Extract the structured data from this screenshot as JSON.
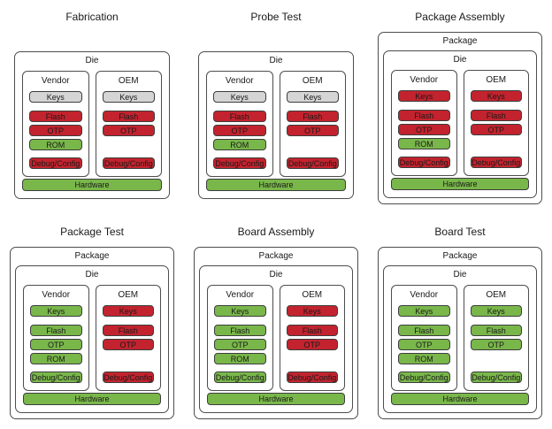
{
  "colors": {
    "red": "#C3232E",
    "green": "#79B74A",
    "gray": "#D5D5D5"
  },
  "diagrams": [
    {
      "title": "Fabrication",
      "package": null,
      "die": "Die",
      "columns": [
        {
          "label": "Vendor",
          "chips": [
            {
              "label": "Keys",
              "state": "gray",
              "group": "keys"
            },
            {
              "label": "Flash",
              "state": "red",
              "group": "memory"
            },
            {
              "label": "OTP",
              "state": "red",
              "group": "memory"
            },
            {
              "label": "ROM",
              "state": "green",
              "group": "memory"
            },
            {
              "label": "Debug/Config",
              "state": "red",
              "group": "debug"
            }
          ]
        },
        {
          "label": "OEM",
          "chips": [
            {
              "label": "Keys",
              "state": "gray",
              "group": "keys"
            },
            {
              "label": "Flash",
              "state": "red",
              "group": "memory"
            },
            {
              "label": "OTP",
              "state": "red",
              "group": "memory"
            },
            {
              "label": "Debug/Config",
              "state": "red",
              "group": "debug"
            }
          ]
        }
      ],
      "hardware": {
        "label": "Hardware",
        "state": "green"
      }
    },
    {
      "title": "Probe Test",
      "package": null,
      "die": "Die",
      "columns": [
        {
          "label": "Vendor",
          "chips": [
            {
              "label": "Keys",
              "state": "gray",
              "group": "keys"
            },
            {
              "label": "Flash",
              "state": "red",
              "group": "memory"
            },
            {
              "label": "OTP",
              "state": "red",
              "group": "memory"
            },
            {
              "label": "ROM",
              "state": "green",
              "group": "memory"
            },
            {
              "label": "Debug/Config",
              "state": "red",
              "group": "debug"
            }
          ]
        },
        {
          "label": "OEM",
          "chips": [
            {
              "label": "Keys",
              "state": "gray",
              "group": "keys"
            },
            {
              "label": "Flash",
              "state": "red",
              "group": "memory"
            },
            {
              "label": "OTP",
              "state": "red",
              "group": "memory"
            },
            {
              "label": "Debug/Config",
              "state": "red",
              "group": "debug"
            }
          ]
        }
      ],
      "hardware": {
        "label": "Hardware",
        "state": "green"
      }
    },
    {
      "title": "Package Assembly",
      "package": "Package",
      "die": "Die",
      "columns": [
        {
          "label": "Vendor",
          "chips": [
            {
              "label": "Keys",
              "state": "red",
              "group": "keys"
            },
            {
              "label": "Flash",
              "state": "red",
              "group": "memory"
            },
            {
              "label": "OTP",
              "state": "red",
              "group": "memory"
            },
            {
              "label": "ROM",
              "state": "green",
              "group": "memory"
            },
            {
              "label": "Debug/Config",
              "state": "red",
              "group": "debug"
            }
          ]
        },
        {
          "label": "OEM",
          "chips": [
            {
              "label": "Keys",
              "state": "red",
              "group": "keys"
            },
            {
              "label": "Flash",
              "state": "red",
              "group": "memory"
            },
            {
              "label": "OTP",
              "state": "red",
              "group": "memory"
            },
            {
              "label": "Debug/Config",
              "state": "red",
              "group": "debug"
            }
          ]
        }
      ],
      "hardware": {
        "label": "Hardware",
        "state": "green"
      }
    },
    {
      "title": "Package Test",
      "package": "Package",
      "die": "Die",
      "columns": [
        {
          "label": "Vendor",
          "chips": [
            {
              "label": "Keys",
              "state": "green",
              "group": "keys"
            },
            {
              "label": "Flash",
              "state": "green",
              "group": "memory"
            },
            {
              "label": "OTP",
              "state": "green",
              "group": "memory"
            },
            {
              "label": "ROM",
              "state": "green",
              "group": "memory"
            },
            {
              "label": "Debug/Config",
              "state": "green",
              "group": "debug"
            }
          ]
        },
        {
          "label": "OEM",
          "chips": [
            {
              "label": "Keys",
              "state": "red",
              "group": "keys"
            },
            {
              "label": "Flash",
              "state": "red",
              "group": "memory"
            },
            {
              "label": "OTP",
              "state": "red",
              "group": "memory"
            },
            {
              "label": "Debug/Config",
              "state": "red",
              "group": "debug"
            }
          ]
        }
      ],
      "hardware": {
        "label": "Hardware",
        "state": "green"
      }
    },
    {
      "title": "Board Assembly",
      "package": "Package",
      "die": "Die",
      "columns": [
        {
          "label": "Vendor",
          "chips": [
            {
              "label": "Keys",
              "state": "green",
              "group": "keys"
            },
            {
              "label": "Flash",
              "state": "green",
              "group": "memory"
            },
            {
              "label": "OTP",
              "state": "green",
              "group": "memory"
            },
            {
              "label": "ROM",
              "state": "green",
              "group": "memory"
            },
            {
              "label": "Debug/Config",
              "state": "green",
              "group": "debug"
            }
          ]
        },
        {
          "label": "OEM",
          "chips": [
            {
              "label": "Keys",
              "state": "red",
              "group": "keys"
            },
            {
              "label": "Flash",
              "state": "red",
              "group": "memory"
            },
            {
              "label": "OTP",
              "state": "red",
              "group": "memory"
            },
            {
              "label": "Debug/Config",
              "state": "red",
              "group": "debug"
            }
          ]
        }
      ],
      "hardware": {
        "label": "Hardware",
        "state": "green"
      }
    },
    {
      "title": "Board Test",
      "package": "Package",
      "die": "Die",
      "columns": [
        {
          "label": "Vendor",
          "chips": [
            {
              "label": "Keys",
              "state": "green",
              "group": "keys"
            },
            {
              "label": "Flash",
              "state": "green",
              "group": "memory"
            },
            {
              "label": "OTP",
              "state": "green",
              "group": "memory"
            },
            {
              "label": "ROM",
              "state": "green",
              "group": "memory"
            },
            {
              "label": "Debug/Config",
              "state": "green",
              "group": "debug"
            }
          ]
        },
        {
          "label": "OEM",
          "chips": [
            {
              "label": "Keys",
              "state": "green",
              "group": "keys"
            },
            {
              "label": "Flash",
              "state": "green",
              "group": "memory"
            },
            {
              "label": "OTP",
              "state": "green",
              "group": "memory"
            },
            {
              "label": "Debug/Config",
              "state": "green",
              "group": "debug"
            }
          ]
        }
      ],
      "hardware": {
        "label": "Hardware",
        "state": "green"
      }
    }
  ]
}
